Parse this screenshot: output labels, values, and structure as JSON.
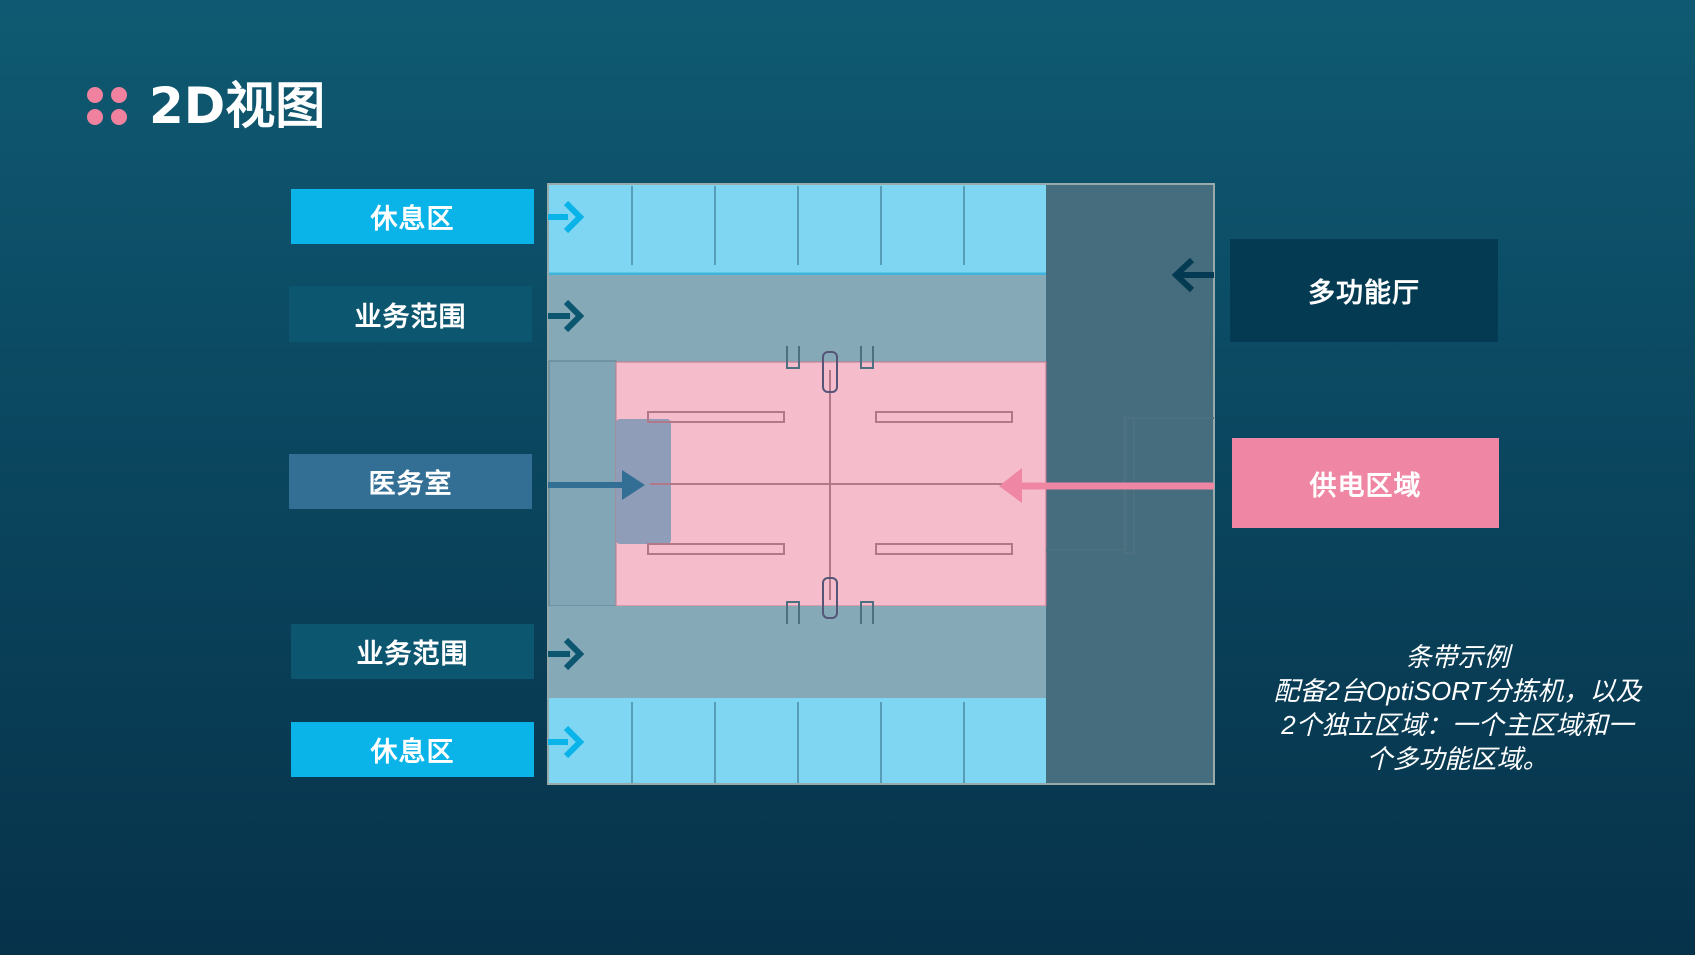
{
  "header": {
    "title": "2D视图",
    "bullet_icon": "four-dots-icon"
  },
  "labels": {
    "rest_top": "休息区",
    "business_top": "业务范围",
    "medical": "医务室",
    "business_bottom": "业务范围",
    "rest_bottom": "休息区",
    "multifunction_hall": "多功能厅",
    "power_area": "供电区域"
  },
  "note": {
    "lines": [
      "条带示例",
      "配备2台OptiSORT分拣机，以及",
      "2个独立区域：一个主区域和一",
      "个多功能区域。"
    ]
  },
  "colors": {
    "rest": "#0ab4e8",
    "business": "#0d5670",
    "medical": "#336f95",
    "hall": "#053b52",
    "power": "#ef86a3"
  }
}
